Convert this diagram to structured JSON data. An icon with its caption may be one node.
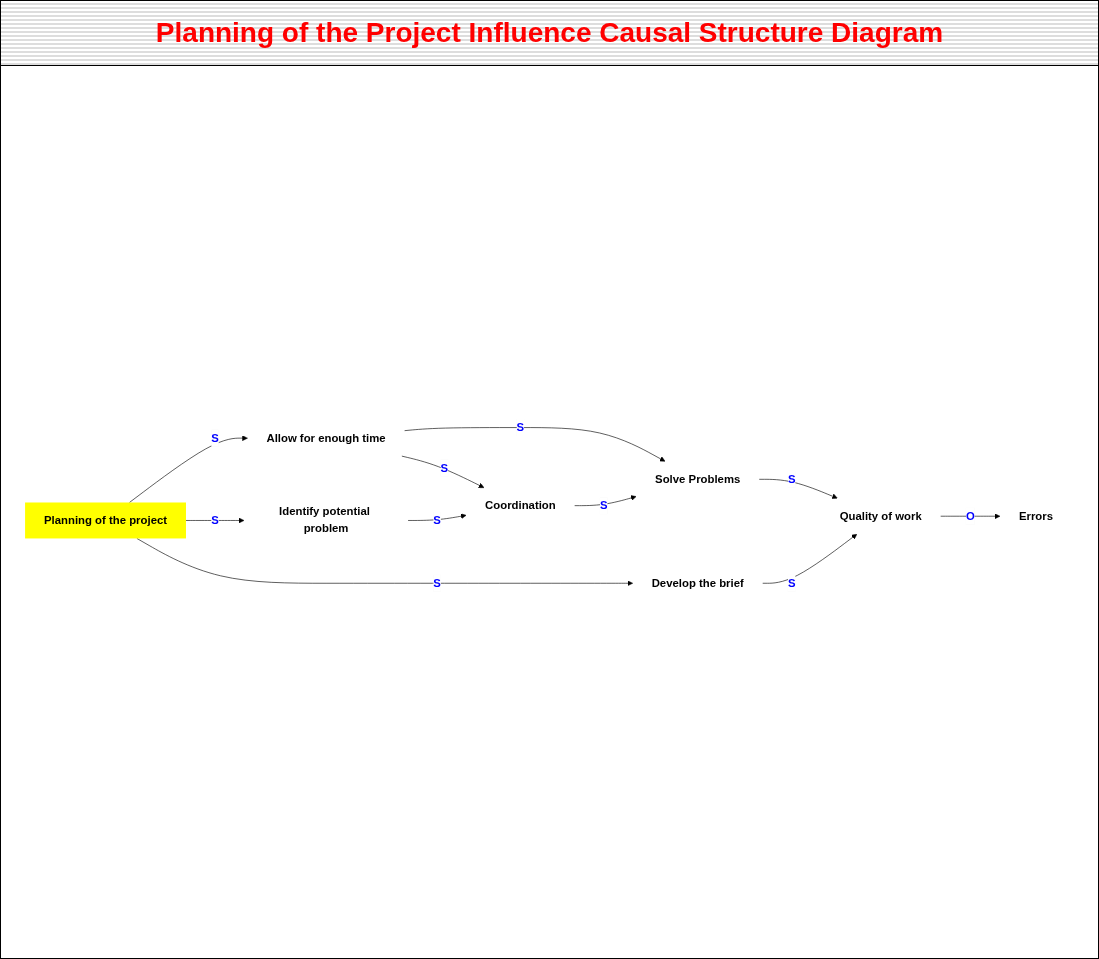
{
  "diagram": {
    "title": "Planning of the Project Influence Causal Structure Diagram",
    "nodes": [
      {
        "text": [
          "Quality of work"
        ]
      },
      {
        "text": [
          "Errors"
        ]
      },
      {
        "text": [
          "Develop the brief"
        ]
      },
      {
        "text": [
          "Solve Problems"
        ]
      },
      {
        "text": [
          "Allow for enough time"
        ]
      },
      {
        "text": [
          "Planning of the project"
        ]
      },
      {
        "text": [
          "Coordination"
        ]
      },
      {
        "text": [
          "Identify potential problem"
        ]
      }
    ],
    "edges": [
      {
        "from": 3,
        "to": 0,
        "arrow": "to",
        "label": "S"
      },
      {
        "from": 2,
        "to": 0,
        "arrow": "to",
        "label": "S"
      },
      {
        "from": 0,
        "to": 1,
        "arrow": "to",
        "label": "O"
      },
      {
        "from": 5,
        "to": 2,
        "arrow": "to",
        "label": "S"
      },
      {
        "from": 4,
        "to": 3,
        "arrow": "to",
        "label": "S"
      },
      {
        "from": 4,
        "to": 6,
        "arrow": "to",
        "label": "S"
      },
      {
        "from": 5,
        "to": 4,
        "arrow": "to",
        "label": "S"
      },
      {
        "from": 5,
        "to": 7,
        "arrow": "to",
        "label": "S"
      },
      {
        "from": 7,
        "to": 6,
        "arrow": "to",
        "label": "S"
      },
      {
        "from": 6,
        "to": 3,
        "arrow": "to",
        "label": "S"
      }
    ]
  }
}
